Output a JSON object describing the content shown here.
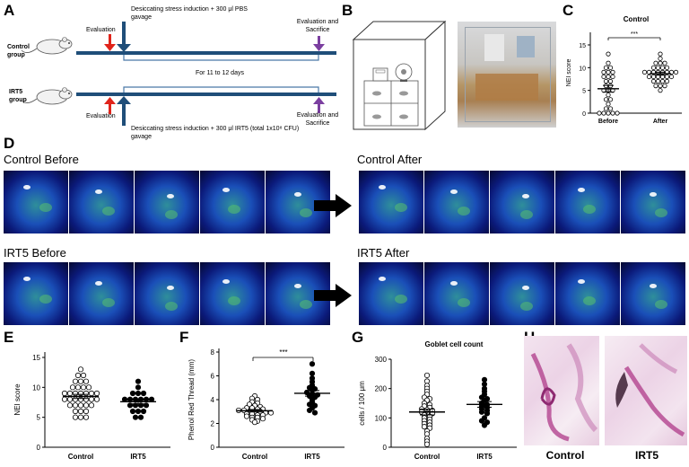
{
  "panels": {
    "A": "A",
    "B": "B",
    "C": "C",
    "D": "D",
    "E": "E",
    "F": "F",
    "G": "G",
    "H": "H"
  },
  "timeline": {
    "control_group": "Control group",
    "irt5_group": "IRT5 group",
    "evaluation": "Evaluation",
    "control_induction": "Desiccating stress induction + 300 μl PBS gavage",
    "irt5_induction": "Desiccating stress induction + 300 μl IRT5 (total 1x10⁸ CFU) gavage",
    "duration": "For 11 to 12 days",
    "eval_sacrifice": "Evaluation and Sacrifice"
  },
  "eye_images": {
    "control_before": "Control Before",
    "control_after": "Control After",
    "irt5_before": "IRT5 Before",
    "irt5_after": "IRT5 After"
  },
  "histology": {
    "control": "Control",
    "irt5": "IRT5"
  },
  "colors": {
    "red_arrow": "#e0241b",
    "blue_arrow": "#1f4e79",
    "purple_arrow": "#7b3fa0",
    "timeline": "#1f4e79"
  },
  "chart_data": [
    {
      "type": "scatter",
      "title": "Control",
      "ylabel": "NEI score",
      "ylim": [
        0,
        15
      ],
      "yticks": [
        0,
        5,
        10,
        15
      ],
      "categories": [
        "Before",
        "After"
      ],
      "significance": "***",
      "series": [
        {
          "values": [
            13,
            11,
            10,
            10,
            9,
            9,
            9,
            8,
            8,
            8,
            7,
            7,
            6,
            6,
            5,
            5,
            5,
            4,
            3,
            3,
            2,
            1,
            1,
            0,
            0,
            0,
            0,
            0
          ]
        },
        {
          "values": [
            13,
            12,
            11,
            11,
            11,
            10,
            10,
            10,
            10,
            9,
            9,
            9,
            9,
            9,
            9,
            9,
            9,
            8,
            8,
            8,
            8,
            8,
            8,
            7,
            7,
            7,
            7,
            6,
            6,
            6,
            5
          ]
        }
      ]
    },
    {
      "type": "scatter",
      "ylabel": "NEI score",
      "ylim": [
        0,
        15
      ],
      "yticks": [
        0,
        5,
        10,
        15
      ],
      "categories": [
        "Control",
        "IRT5"
      ],
      "series": [
        {
          "values": [
            13,
            12,
            12,
            11,
            11,
            11,
            10,
            10,
            10,
            10,
            9,
            9,
            9,
            9,
            9,
            9,
            9,
            8,
            8,
            8,
            8,
            8,
            8,
            8,
            7,
            7,
            7,
            7,
            7,
            6,
            6,
            6,
            5,
            5,
            5
          ]
        },
        {
          "values": [
            11,
            10,
            9,
            9,
            9,
            8,
            8,
            8,
            8,
            8,
            8,
            7,
            7,
            7,
            7,
            6,
            6,
            6,
            5,
            5
          ]
        }
      ]
    },
    {
      "type": "scatter",
      "ylabel": "Phenol Red Thread (mm)",
      "ylim": [
        0,
        8
      ],
      "yticks": [
        0,
        2,
        4,
        6,
        8
      ],
      "categories": [
        "Control",
        "IRT5"
      ],
      "significance": "***",
      "series": [
        {
          "values": [
            4.3,
            4.1,
            4.0,
            3.8,
            3.7,
            3.6,
            3.5,
            3.4,
            3.3,
            3.3,
            3.2,
            3.2,
            3.1,
            3.1,
            3.0,
            3.0,
            3.0,
            2.9,
            2.9,
            2.8,
            2.8,
            2.7,
            2.7,
            2.6,
            2.5,
            2.5,
            2.4,
            2.3,
            2.2,
            2.1
          ]
        },
        {
          "values": [
            7.0,
            6.2,
            5.8,
            5.5,
            5.2,
            5.0,
            4.9,
            4.8,
            4.6,
            4.5,
            4.4,
            4.3,
            4.2,
            4.0,
            3.8,
            3.6,
            3.5,
            3.3,
            3.1,
            2.9
          ]
        }
      ]
    },
    {
      "type": "scatter",
      "title": "Goblet cell count",
      "ylabel": "cells / 100 μm",
      "ylim": [
        0,
        300
      ],
      "yticks": [
        0,
        100,
        200,
        300
      ],
      "categories": [
        "Control",
        "IRT5"
      ],
      "series": [
        {
          "values": [
            245,
            225,
            210,
            200,
            190,
            180,
            170,
            165,
            160,
            150,
            145,
            140,
            135,
            130,
            128,
            125,
            120,
            118,
            115,
            110,
            105,
            100,
            95,
            90,
            85,
            80,
            75,
            70,
            65,
            55,
            45,
            30,
            20,
            10
          ]
        },
        {
          "values": [
            230,
            215,
            200,
            190,
            180,
            170,
            165,
            160,
            150,
            145,
            140,
            135,
            130,
            125,
            120,
            115,
            100,
            90,
            85,
            75
          ]
        }
      ]
    }
  ]
}
